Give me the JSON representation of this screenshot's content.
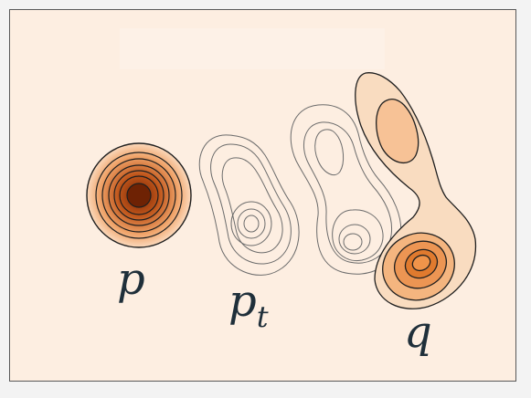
{
  "labels": {
    "p": "p",
    "p_t_base": "p",
    "p_t_sub": "t",
    "q": "q"
  },
  "colors": {
    "background": "#fdeee1",
    "frame": "#595959",
    "contour_light": "#f9dcc0",
    "contour_mid": "#f4b57f",
    "contour_dark": "#e07a2e",
    "contour_core": "#8c2d04",
    "line": "#1f1f1f",
    "intermediate_line": "#6b6b6b",
    "text": "#1f2f3a"
  }
}
